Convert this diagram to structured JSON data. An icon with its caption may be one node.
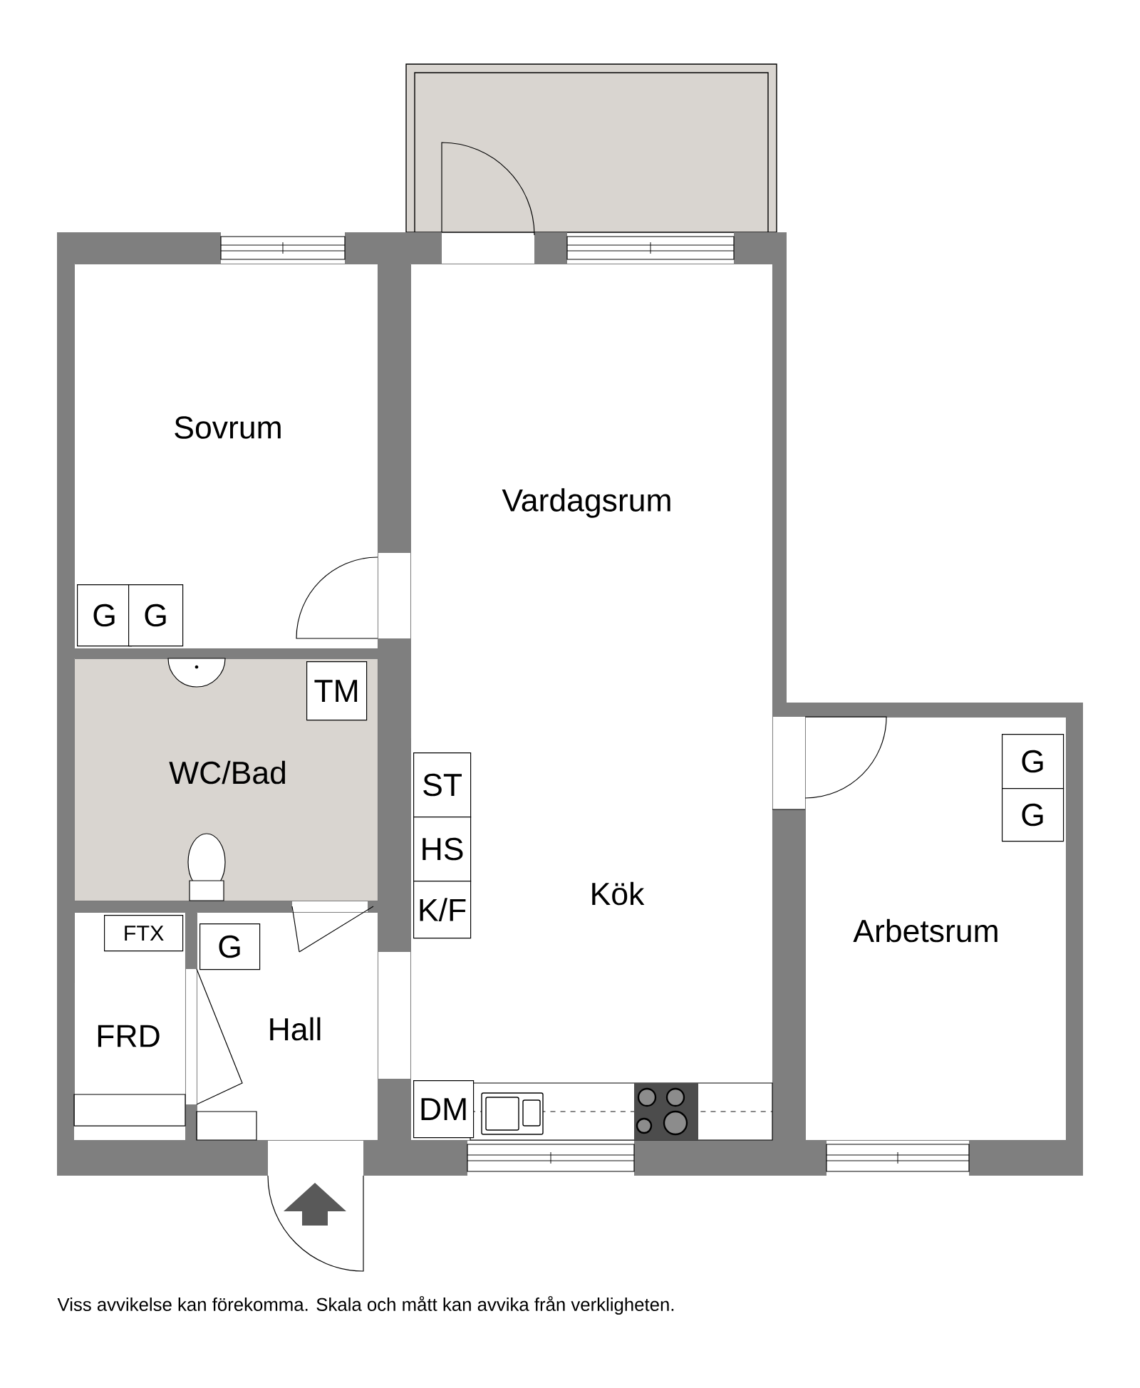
{
  "diagram": {
    "caption": "Viss avvikelse kan förekomma. Skala och mått kan avvika från verkligheten.",
    "nodes": [
      {
        "text": [
          "Sovrum"
        ]
      },
      {
        "text": [
          "G"
        ],
        "in": 0
      },
      {
        "text": [
          "G"
        ],
        "in": 0
      },
      {
        "text": [
          "Vardagsrum",
          "Kök"
        ]
      },
      {
        "text": [
          "WC/Bad"
        ]
      },
      {
        "text": [
          "TM"
        ],
        "in": 4
      },
      {
        "text": [
          "ST"
        ],
        "in": 3
      },
      {
        "text": [
          "HS"
        ],
        "in": 3
      },
      {
        "text": [
          "K/F"
        ],
        "in": 3
      },
      {
        "text": [
          "DM"
        ],
        "in": 3
      },
      {
        "text": [
          "Arbetsrum"
        ]
      },
      {
        "text": [
          "G"
        ],
        "in": 10
      },
      {
        "text": [
          "G"
        ],
        "in": 10
      },
      {
        "text": [
          "Hall"
        ]
      },
      {
        "text": [
          "G"
        ],
        "in": 13
      },
      {
        "text": [
          "FRD"
        ]
      },
      {
        "text": [
          "FTX"
        ],
        "in": 15
      }
    ]
  }
}
